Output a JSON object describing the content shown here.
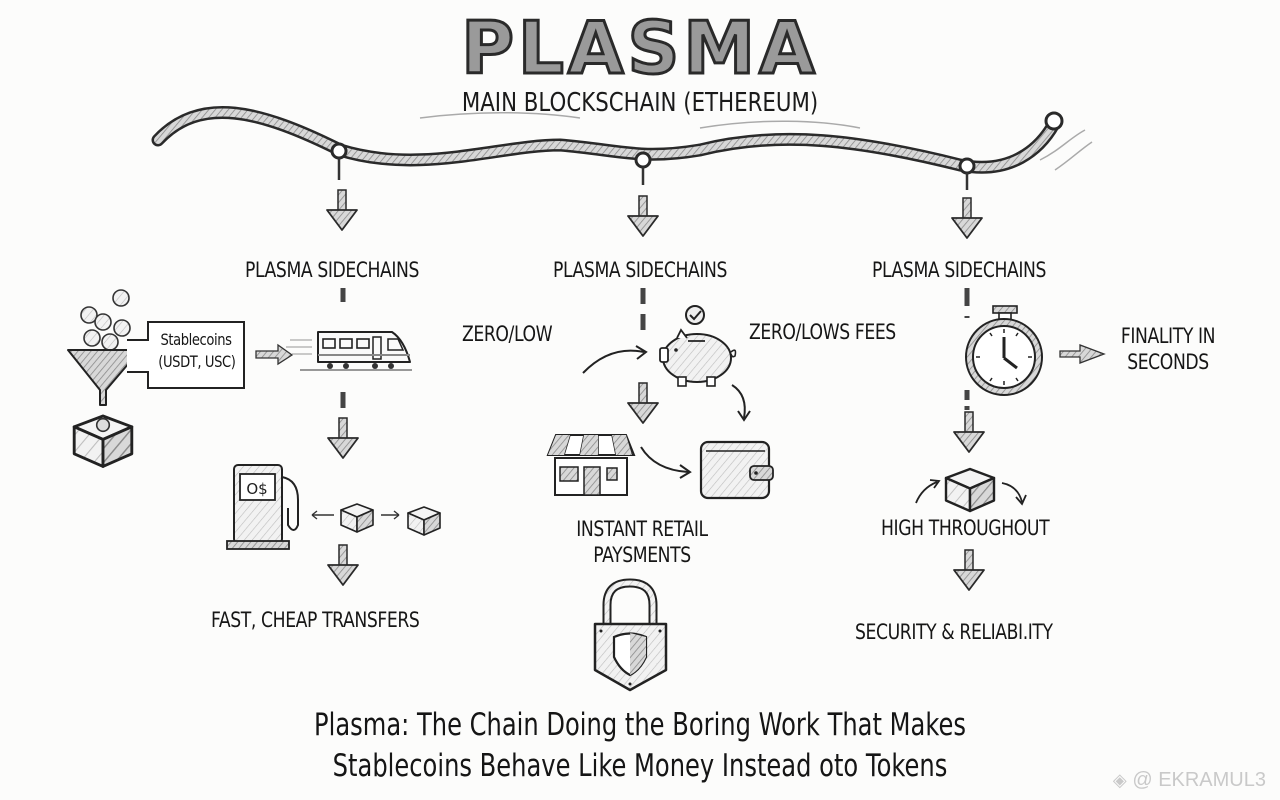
{
  "title": "PLASMA",
  "subtitle": "MAIN BLOCKSCHAIN (ETHEREUM)",
  "branches": [
    {
      "heading": "PLASMA SIDECHAINS",
      "callout": "Stablecoins\n(USDT, USC)",
      "callout_line1": "Stablecoins",
      "callout_line2": "(USDT, USC)",
      "gas_display": "O$",
      "result": "FAST, CHEAP TRANSFERS",
      "icons": [
        "coins-icon",
        "funnel-icon",
        "box-icon",
        "train-icon",
        "gas-pump-icon",
        "block-icon"
      ]
    },
    {
      "heading": "PLASMA SIDECHAINS",
      "left_note": "ZERO/LOW",
      "right_note": "ZERO/LOWS FEES",
      "result_line1": "INSTANT RETAIL",
      "result_line2": "PAYSMENTS",
      "icons": [
        "piggy-bank-icon",
        "check-icon",
        "store-icon",
        "wallet-icon",
        "padlock-shield-icon"
      ]
    },
    {
      "heading": "PLASMA SIDECHAINS",
      "stopwatch_note_line1": "FINALITY IN",
      "stopwatch_note_line2": "SECONDS",
      "middle": "HIGH THROUGHOUT",
      "result": "SECURITY & RELIABI.ITY",
      "icons": [
        "stopwatch-icon",
        "block-icon"
      ]
    }
  ],
  "caption_line1": "Plasma: The Chain Doing the Boring Work That Makes",
  "caption_line2": "Stablecoins Behave Like Money Instead oto Tokens",
  "watermark": "@ EKRAMUL3",
  "colors": {
    "background": "#fcfcfb",
    "ink": "#1a1a1a",
    "shading": "#9a9a9a",
    "watermark": "#c9c9c9"
  }
}
